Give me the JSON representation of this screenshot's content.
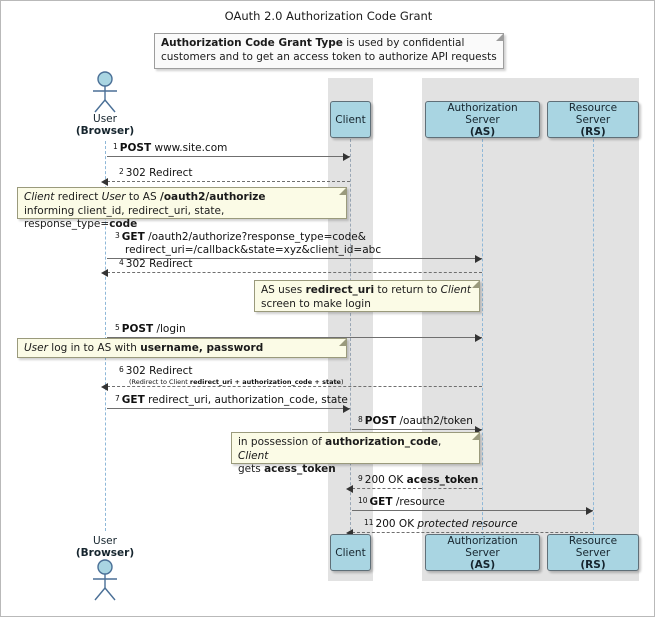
{
  "diagram": {
    "title": "OAuth 2.0 Authorization Code Grant",
    "header_note": {
      "bold": "Authorization Code Grant Type",
      "rest": " is used by confidential customers and to get an access token to authorize API requests"
    }
  },
  "participants": {
    "actor_top": {
      "line1": "User",
      "line2": "(Browser)"
    },
    "actor_bottom": {
      "line1": "User",
      "line2": "(Browser)"
    },
    "client_top": "Client",
    "client_bottom": "Client",
    "as_top": {
      "line1": "Authorization Server",
      "line2": "(AS)"
    },
    "as_bottom": {
      "line1": "Authorization Server",
      "line2": "(AS)"
    },
    "rs_top": {
      "line1": "Resource Server",
      "line2": "(RS)"
    },
    "rs_bottom": {
      "line1": "Resource Server",
      "line2": "(RS)"
    }
  },
  "messages": [
    {
      "num": "1",
      "bold": "POST",
      "text": " www.site.com",
      "from": "User",
      "to": "Client",
      "style": "solid"
    },
    {
      "num": "2",
      "bold": "",
      "text": "302 Redirect",
      "from": "Client",
      "to": "User",
      "style": "dashed"
    },
    {
      "num": "3",
      "bold": "GET",
      "text": " /oauth2/authorize?response_type=code&",
      "line2": "redirect_uri=/callback&state=xyz&client_id=abc",
      "from": "User",
      "to": "AS",
      "style": "solid"
    },
    {
      "num": "4",
      "bold": "",
      "text": "302 Redirect",
      "from": "AS",
      "to": "User",
      "style": "dashed"
    },
    {
      "num": "5",
      "bold": "POST",
      "text": " /login",
      "from": "User",
      "to": "AS",
      "style": "solid"
    },
    {
      "num": "6",
      "bold": "",
      "text": "302 Redirect",
      "sub_plain": "(Redirect to Client ",
      "sub_bold": "redirect_uri + authorization_code + state",
      "sub_tail": ")",
      "from": "AS",
      "to": "User",
      "style": "dashed"
    },
    {
      "num": "7",
      "bold": "GET",
      "text": " redirect_uri, authorization_code, state",
      "from": "User",
      "to": "Client",
      "style": "solid"
    },
    {
      "num": "8",
      "bold": "POST",
      "text": " /oauth2/token",
      "from": "Client",
      "to": "AS",
      "style": "solid"
    },
    {
      "num": "9",
      "bold": "",
      "text": "200 OK ",
      "bold_tail": "acess_token",
      "from": "AS",
      "to": "Client",
      "style": "dashed"
    },
    {
      "num": "10",
      "bold": "GET",
      "text": " /resource",
      "from": "Client",
      "to": "RS",
      "style": "solid"
    },
    {
      "num": "11",
      "bold": "",
      "text": "200 OK ",
      "italic_tail": "protected resource",
      "from": "RS",
      "to": "Client",
      "style": "dashed"
    }
  ],
  "notes": [
    {
      "id": "note-client-redirect",
      "l1_i1": "Client",
      "l1_p1": " redirect ",
      "l1_i2": "User",
      "l1_p2": " to AS ",
      "l1_b1": "/oauth2/authorize",
      "l2_p1": "informing client_id, redirect_uri, state, response_type=",
      "l2_b1": "code"
    },
    {
      "id": "note-as-redirect-uri",
      "l1_p1": "AS uses ",
      "l1_b1": "redirect_uri",
      "l1_p2": " to return to ",
      "l1_i1": "Client",
      "l2_p1": "screen to make login"
    },
    {
      "id": "note-user-login",
      "l1_i1": "User",
      "l1_p1": " log in to AS with ",
      "l1_b1": "username, password"
    },
    {
      "id": "note-token-exchange",
      "l1_p1": "in possession of ",
      "l1_b1": "authorization_code",
      "l1_p2": ", ",
      "l1_i1": "Client",
      "l2_p1": "gets ",
      "l2_b1": "acess_token"
    }
  ],
  "colors": {
    "participant_fill": "#a9d5e2",
    "participant_border": "#5f6f78",
    "note_fill": "#fbfbe6",
    "band_fill": "#e2e2e2",
    "lifeline": "#8fb8d8"
  }
}
